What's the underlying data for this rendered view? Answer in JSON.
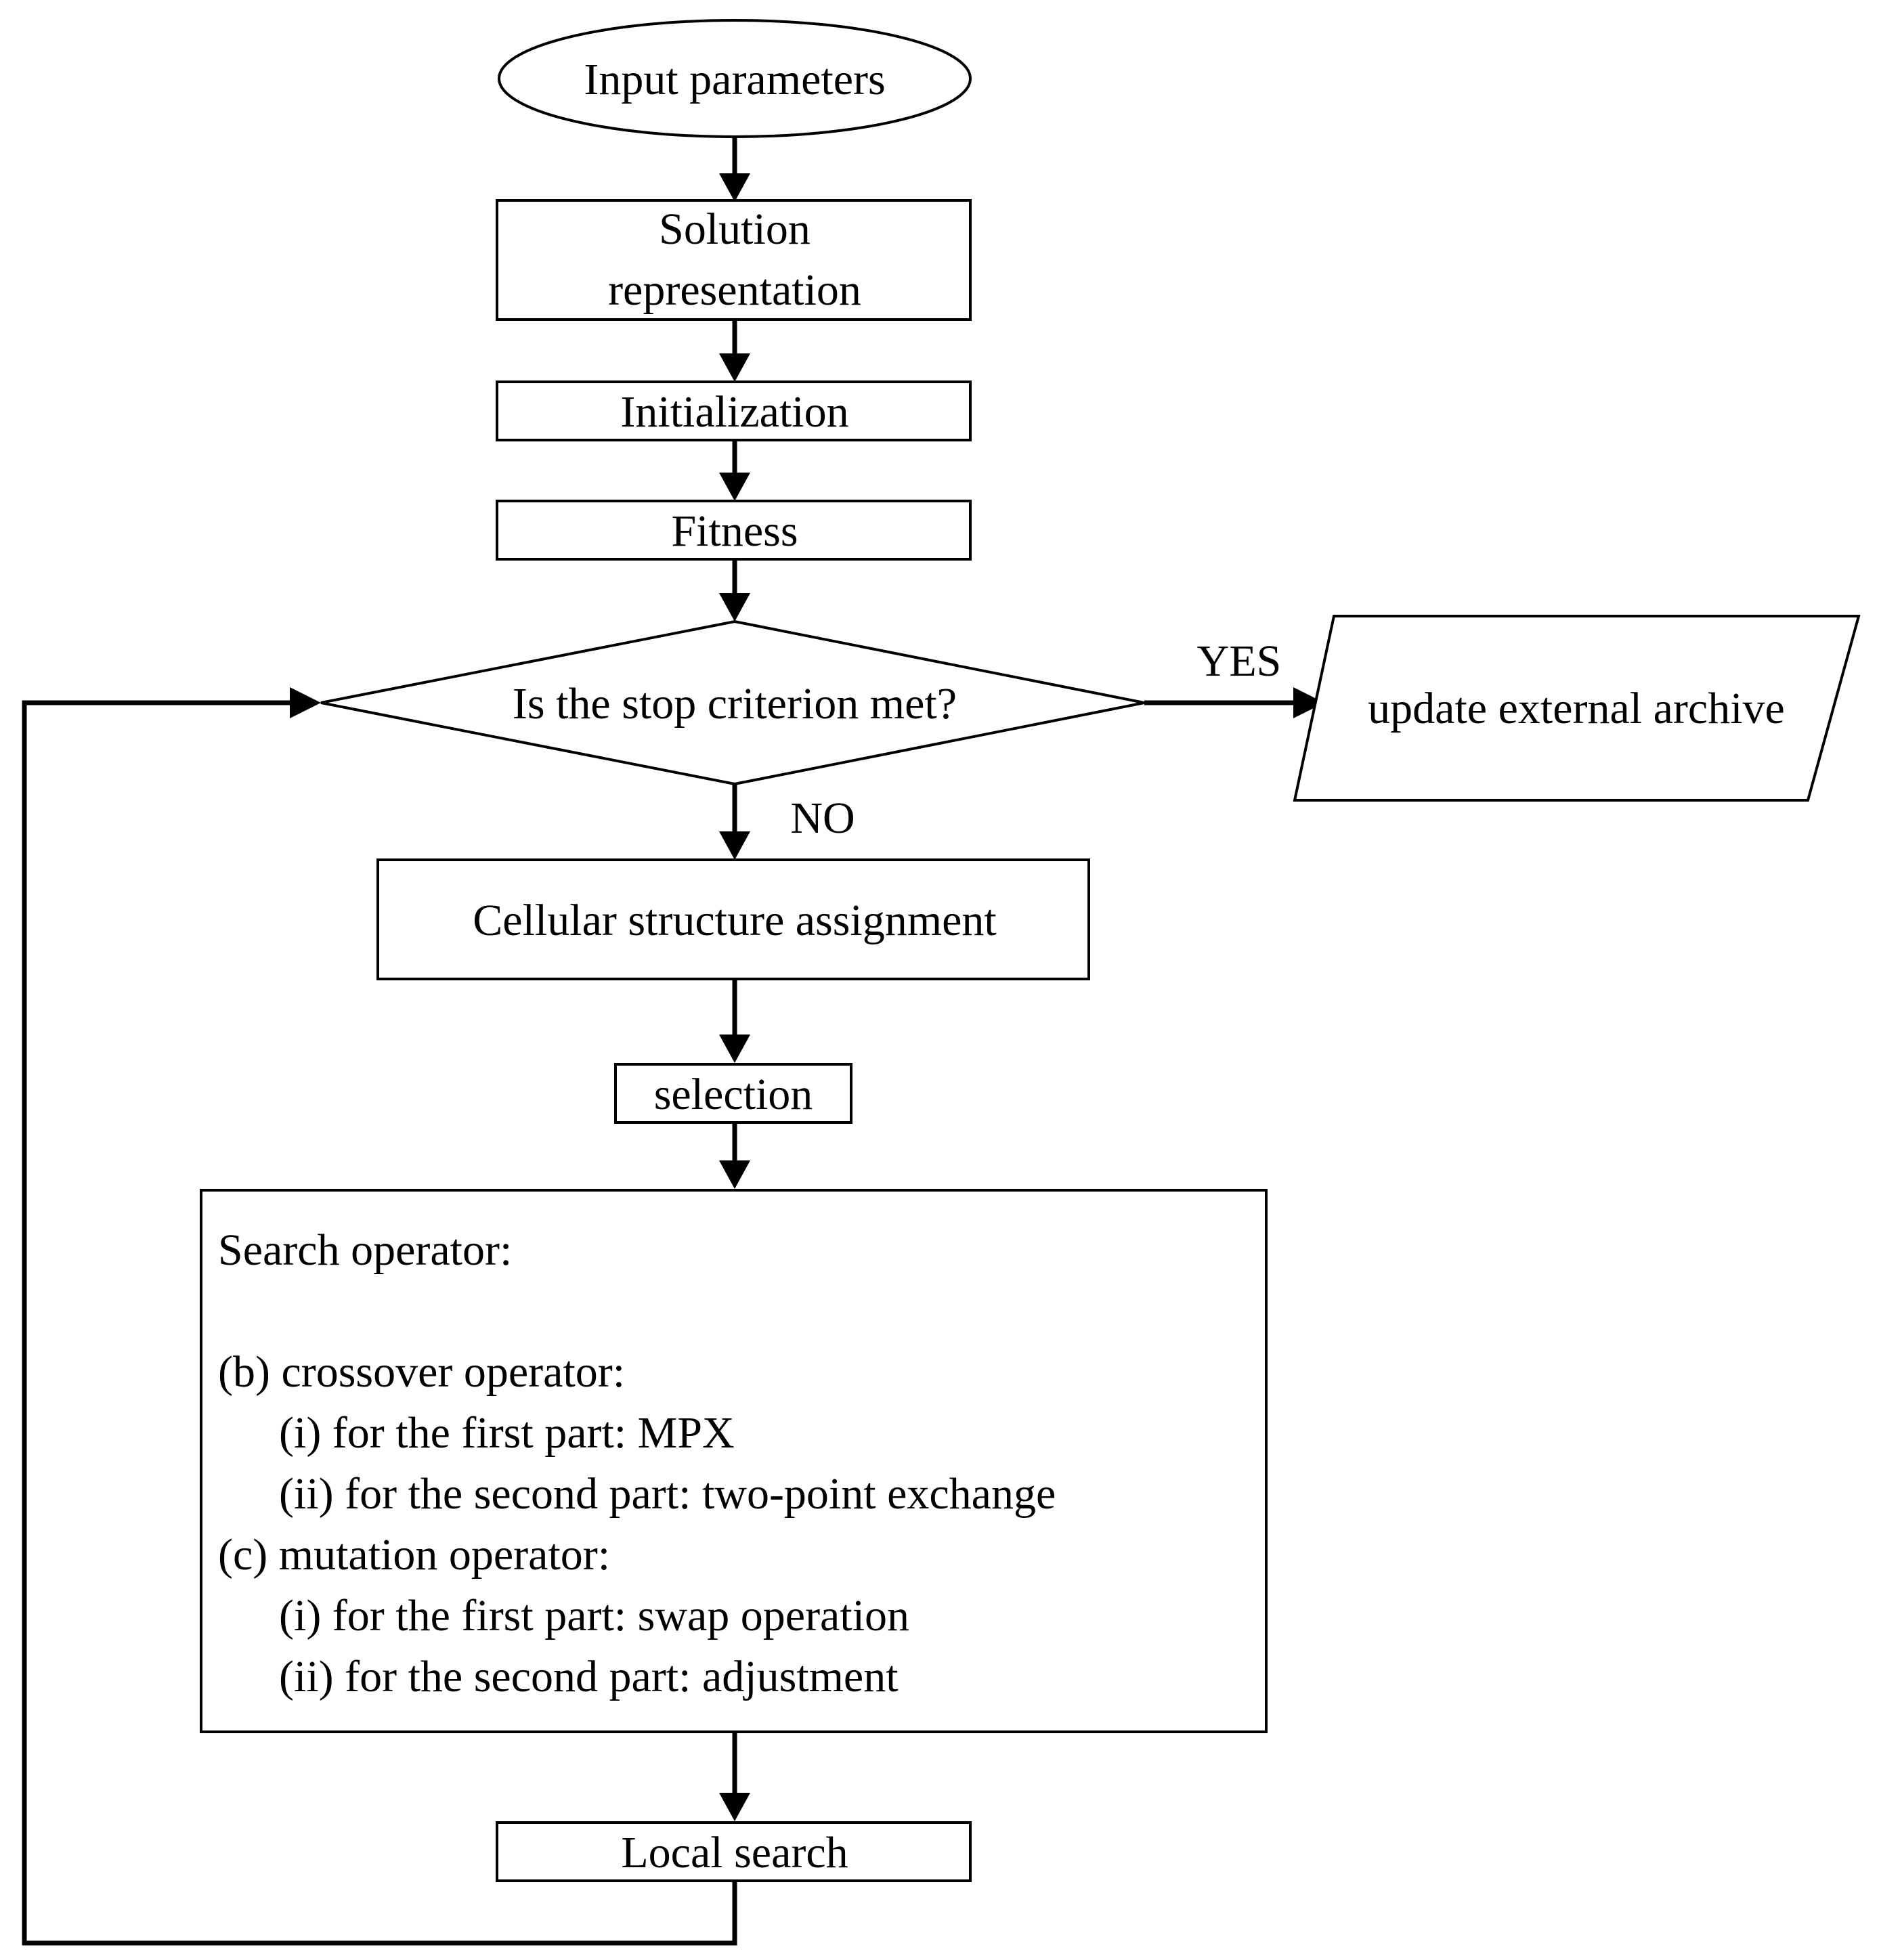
{
  "flowchart": {
    "start": "Input parameters",
    "solution_representation": [
      "Solution",
      "representation"
    ],
    "initialization": "Initialization",
    "fitness": "Fitness",
    "decision": "Is the stop criterion met?",
    "yes_label": "YES",
    "no_label": "NO",
    "output": "update external archive",
    "cellular": "Cellular structure assignment",
    "selection": "selection",
    "search_operator": {
      "title": "Search operator:",
      "crossover": "(b) crossover operator:",
      "crossover_i": "(i)  for the first part: MPX",
      "crossover_ii": "(ii) for the second part: two-point exchange",
      "mutation": "(c)  mutation operator:",
      "mutation_i": "(i)  for the first part: swap operation",
      "mutation_ii": "(ii) for the second part: adjustment"
    },
    "local_search": "Local search"
  },
  "colors": {
    "stroke": "#000000",
    "fill": "#ffffff",
    "text": "#000000"
  }
}
